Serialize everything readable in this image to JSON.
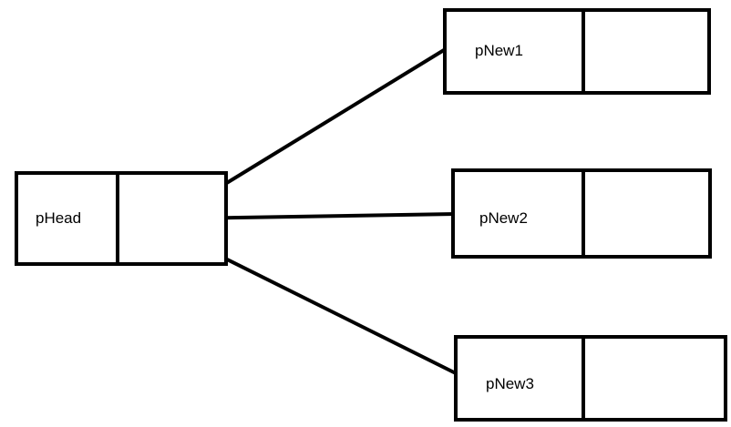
{
  "diagram": {
    "type": "linked-list-pointers",
    "nodes": [
      {
        "id": "head",
        "label": "pHead"
      },
      {
        "id": "n1",
        "label": "pNew1"
      },
      {
        "id": "n2",
        "label": "pNew2"
      },
      {
        "id": "n3",
        "label": "pNew3"
      }
    ],
    "edges": [
      {
        "from": "head",
        "to": "n1"
      },
      {
        "from": "head",
        "to": "n2"
      },
      {
        "from": "head",
        "to": "n3"
      }
    ],
    "colors": {
      "stroke": "#000000",
      "background": "#ffffff"
    }
  }
}
